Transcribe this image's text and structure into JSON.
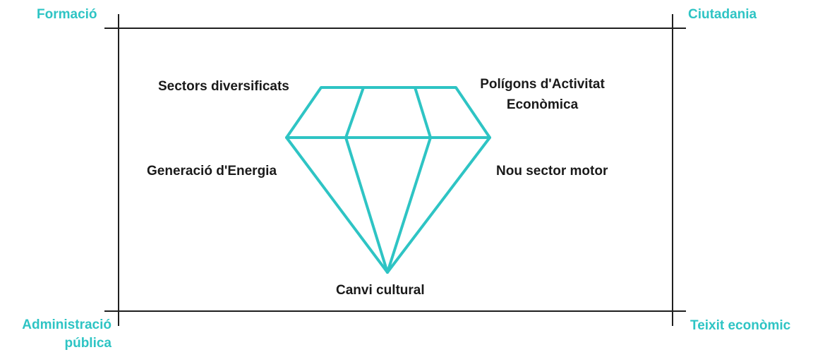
{
  "corners": {
    "top_left": "Formació",
    "top_right": "Ciutadania",
    "bottom_left": "Administració pública",
    "bottom_right": "Teixit econòmic"
  },
  "facets": {
    "top_left": "Sectors diversificats",
    "top_right": "Polígons d'Activitat Econòmica",
    "middle_left": "Generació d'Energia",
    "middle_right": "Nou sector motor",
    "bottom": "Canvi cultural"
  },
  "colors": {
    "accent": "#2ec4c4",
    "frame": "#1f1f1f",
    "text": "#1a1a1a"
  }
}
